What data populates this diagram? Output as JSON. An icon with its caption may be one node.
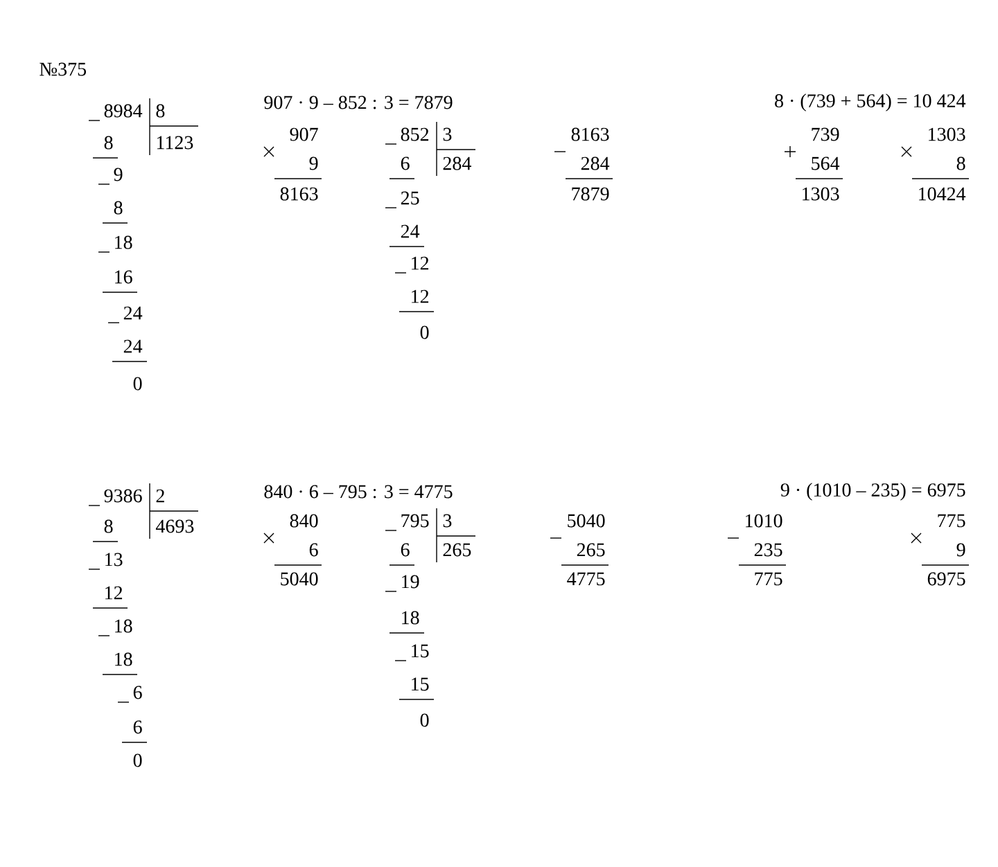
{
  "diagram": {
    "labels": [
      "№375",
      "8984",
      "8",
      "1123",
      "8",
      "9",
      "8",
      "18",
      "16",
      "24",
      "24",
      "0",
      "907 · 9 – 852 : 3 = 7879",
      "8 · (739 + 564) = 10 424",
      "907",
      "9",
      "8163",
      "852",
      "3",
      "284",
      "6",
      "25",
      "24",
      "12",
      "12",
      "0",
      "8163",
      "284",
      "7879",
      "739",
      "564",
      "1303",
      "1303",
      "8",
      "10424",
      "9386",
      "2",
      "4693",
      "8",
      "13",
      "12",
      "18",
      "18",
      "6",
      "6",
      "0",
      "840 · 6 – 795 : 3 = 4775",
      "9 · (1010 – 235) = 6975",
      "840",
      "6",
      "5040",
      "795",
      "3",
      "265",
      "6",
      "19",
      "18",
      "15",
      "15",
      "0",
      "5040",
      "265",
      "4775",
      "1010",
      "235",
      "775",
      "775",
      "9",
      "6975"
    ]
  }
}
